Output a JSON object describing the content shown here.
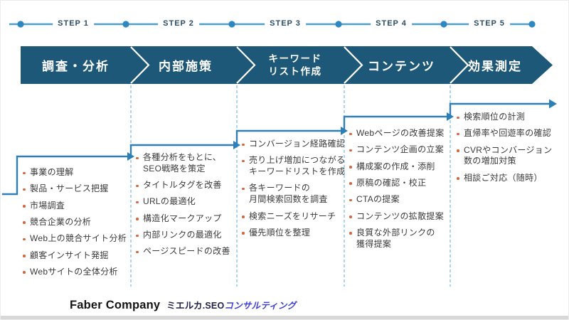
{
  "colors": {
    "banner_blue": "#1e5878",
    "arrow_blue": "#2e7fb5",
    "timeline_blue": "#4f9dcd",
    "dashed_blue": "#78b9e2",
    "bullet_orange": "#d4663e",
    "text_dark": "#3b3b3b",
    "step_label_blue": "#2b4d68",
    "logo_blue": "#4040d4"
  },
  "stages": [
    {
      "step": "STEP 1",
      "title": "調査・分析",
      "items": [
        "事業の理解",
        "製品・サービス把握",
        "市場調査",
        "競合企業の分析",
        "Web上の競合サイト分析",
        "顧客インサイト発掘",
        "Webサイトの全体分析"
      ]
    },
    {
      "step": "STEP 2",
      "title": "内部施策",
      "items": [
        "各種分析をもとに、\nSEO戦略を策定",
        "タイトルタグを改善",
        "URLの最適化",
        "構造化マークアップ",
        "内部リンクの最適化",
        "ページスピードの改善"
      ]
    },
    {
      "step": "STEP 3",
      "title": "キーワード\nリスト作成",
      "items": [
        "コンバージョン経路確認",
        "売り上げ増加につながる\nキーワードリストを作成",
        "各キーワードの\n月間検索回数を調査",
        "検索ニーズをリサーチ",
        "優先順位を整理"
      ]
    },
    {
      "step": "STEP 4",
      "title": "コンテンツ",
      "items": [
        "Webページの改善提案",
        "コンテンツ企画の立案",
        "構成案の作成・添削",
        "原稿の確認・校正",
        "CTAの提案",
        "コンテンツの拡散提案",
        "良質な外部リンクの\n獲得提案"
      ]
    },
    {
      "step": "STEP 5",
      "title": "効果測定",
      "items": [
        "検索順位の計測",
        "直帰率や回遊率の確認",
        "CVRやコンバージョン\n数の増加対策",
        "相談ご対応（随時）"
      ]
    }
  ],
  "logo": {
    "company": "Faber Company",
    "product": "ミエルカ.SEO",
    "suffix": "コンサルティング"
  }
}
